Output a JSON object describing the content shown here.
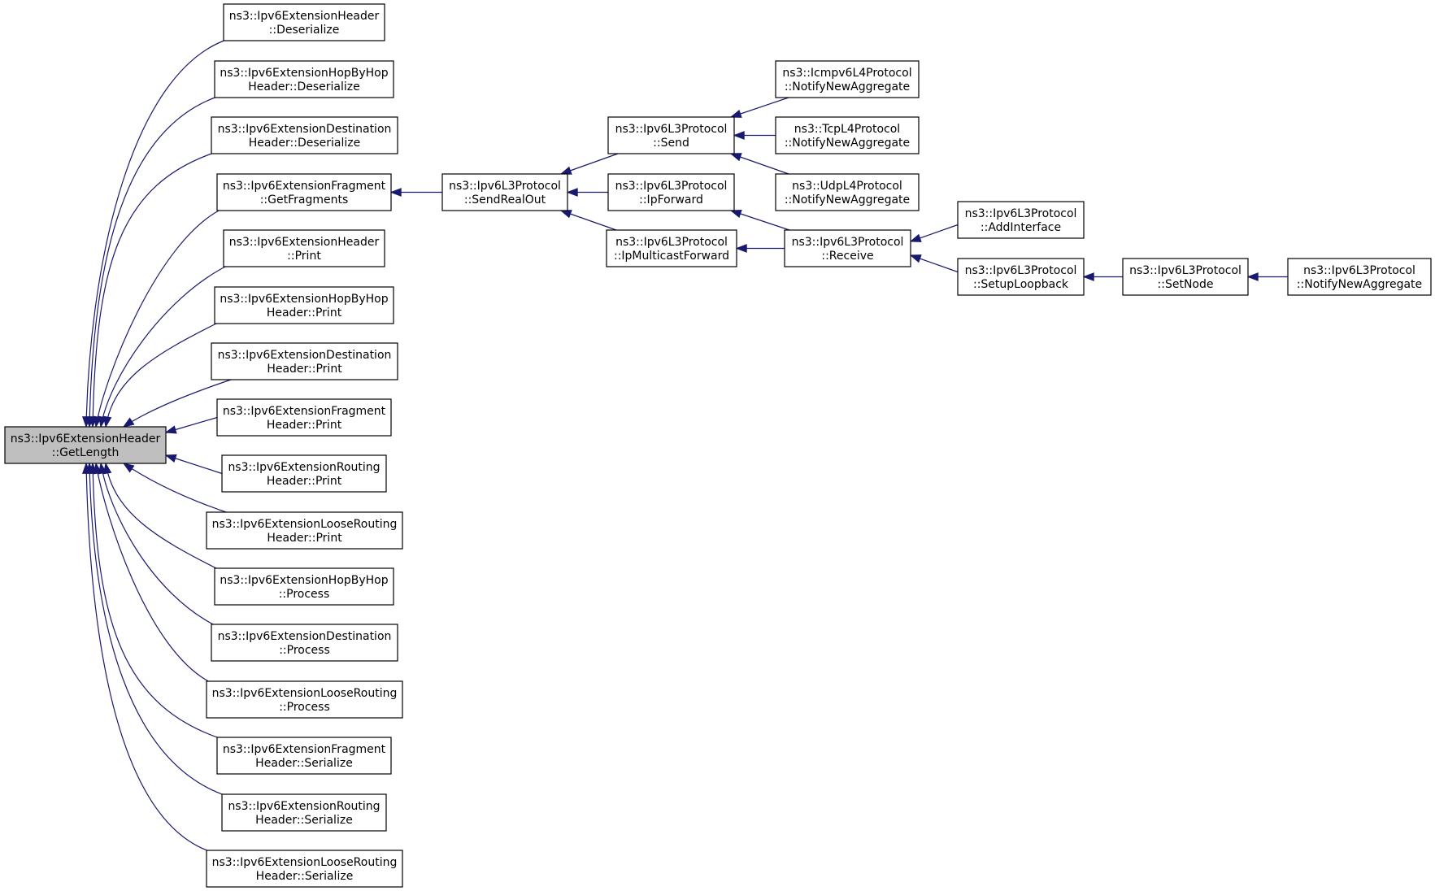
{
  "graph": {
    "nodes": [
      {
        "id": "root",
        "lines": [
          "ns3::Ipv6ExtensionHeader",
          "::GetLength"
        ],
        "highlight": true
      },
      {
        "id": "hdr_deser",
        "lines": [
          "ns3::Ipv6ExtensionHeader",
          "::Deserialize"
        ]
      },
      {
        "id": "hbh_deser",
        "lines": [
          "ns3::Ipv6ExtensionHopByHop",
          "Header::Deserialize"
        ]
      },
      {
        "id": "dst_deser",
        "lines": [
          "ns3::Ipv6ExtensionDestination",
          "Header::Deserialize"
        ]
      },
      {
        "id": "frag_get",
        "lines": [
          "ns3::Ipv6ExtensionFragment",
          "::GetFragments"
        ]
      },
      {
        "id": "hdr_print",
        "lines": [
          "ns3::Ipv6ExtensionHeader",
          "::Print"
        ]
      },
      {
        "id": "hbh_print",
        "lines": [
          "ns3::Ipv6ExtensionHopByHop",
          "Header::Print"
        ]
      },
      {
        "id": "dst_print",
        "lines": [
          "ns3::Ipv6ExtensionDestination",
          "Header::Print"
        ]
      },
      {
        "id": "frag_print",
        "lines": [
          "ns3::Ipv6ExtensionFragment",
          "Header::Print"
        ]
      },
      {
        "id": "rt_print",
        "lines": [
          "ns3::Ipv6ExtensionRouting",
          "Header::Print"
        ]
      },
      {
        "id": "lrt_print",
        "lines": [
          "ns3::Ipv6ExtensionLooseRouting",
          "Header::Print"
        ]
      },
      {
        "id": "hbh_proc",
        "lines": [
          "ns3::Ipv6ExtensionHopByHop",
          "::Process"
        ]
      },
      {
        "id": "dst_proc",
        "lines": [
          "ns3::Ipv6ExtensionDestination",
          "::Process"
        ]
      },
      {
        "id": "lrt_proc",
        "lines": [
          "ns3::Ipv6ExtensionLooseRouting",
          "::Process"
        ]
      },
      {
        "id": "frag_ser",
        "lines": [
          "ns3::Ipv6ExtensionFragment",
          "Header::Serialize"
        ]
      },
      {
        "id": "rt_ser",
        "lines": [
          "ns3::Ipv6ExtensionRouting",
          "Header::Serialize"
        ]
      },
      {
        "id": "lrt_ser",
        "lines": [
          "ns3::Ipv6ExtensionLooseRouting",
          "Header::Serialize"
        ]
      },
      {
        "id": "l3_sro",
        "lines": [
          "ns3::Ipv6L3Protocol",
          "::SendRealOut"
        ]
      },
      {
        "id": "l3_send",
        "lines": [
          "ns3::Ipv6L3Protocol",
          "::Send"
        ]
      },
      {
        "id": "l3_ipfwd",
        "lines": [
          "ns3::Ipv6L3Protocol",
          "::IpForward"
        ]
      },
      {
        "id": "l3_mcfwd",
        "lines": [
          "ns3::Ipv6L3Protocol",
          "::IpMulticastForward"
        ]
      },
      {
        "id": "icmp_nna",
        "lines": [
          "ns3::Icmpv6L4Protocol",
          "::NotifyNewAggregate"
        ]
      },
      {
        "id": "tcp_nna",
        "lines": [
          "ns3::TcpL4Protocol",
          "::NotifyNewAggregate"
        ]
      },
      {
        "id": "udp_nna",
        "lines": [
          "ns3::UdpL4Protocol",
          "::NotifyNewAggregate"
        ]
      },
      {
        "id": "l3_recv",
        "lines": [
          "ns3::Ipv6L3Protocol",
          "::Receive"
        ]
      },
      {
        "id": "l3_addif",
        "lines": [
          "ns3::Ipv6L3Protocol",
          "::AddInterface"
        ]
      },
      {
        "id": "l3_setlo",
        "lines": [
          "ns3::Ipv6L3Protocol",
          "::SetupLoopback"
        ]
      },
      {
        "id": "l3_setnode",
        "lines": [
          "ns3::Ipv6L3Protocol",
          "::SetNode"
        ]
      },
      {
        "id": "l3_nna",
        "lines": [
          "ns3::Ipv6L3Protocol",
          "::NotifyNewAggregate"
        ]
      }
    ],
    "edges": [
      {
        "from": "hdr_deser",
        "to": "root"
      },
      {
        "from": "hbh_deser",
        "to": "root"
      },
      {
        "from": "dst_deser",
        "to": "root"
      },
      {
        "from": "frag_get",
        "to": "root"
      },
      {
        "from": "hdr_print",
        "to": "root"
      },
      {
        "from": "hbh_print",
        "to": "root"
      },
      {
        "from": "dst_print",
        "to": "root"
      },
      {
        "from": "frag_print",
        "to": "root"
      },
      {
        "from": "rt_print",
        "to": "root"
      },
      {
        "from": "lrt_print",
        "to": "root"
      },
      {
        "from": "hbh_proc",
        "to": "root"
      },
      {
        "from": "dst_proc",
        "to": "root"
      },
      {
        "from": "lrt_proc",
        "to": "root"
      },
      {
        "from": "frag_ser",
        "to": "root"
      },
      {
        "from": "rt_ser",
        "to": "root"
      },
      {
        "from": "lrt_ser",
        "to": "root"
      },
      {
        "from": "l3_sro",
        "to": "frag_get"
      },
      {
        "from": "l3_send",
        "to": "l3_sro"
      },
      {
        "from": "l3_ipfwd",
        "to": "l3_sro"
      },
      {
        "from": "l3_mcfwd",
        "to": "l3_sro"
      },
      {
        "from": "icmp_nna",
        "to": "l3_send"
      },
      {
        "from": "tcp_nna",
        "to": "l3_send"
      },
      {
        "from": "udp_nna",
        "to": "l3_send"
      },
      {
        "from": "l3_recv",
        "to": "l3_ipfwd"
      },
      {
        "from": "l3_recv",
        "to": "l3_mcfwd"
      },
      {
        "from": "l3_addif",
        "to": "l3_recv"
      },
      {
        "from": "l3_setlo",
        "to": "l3_recv"
      },
      {
        "from": "l3_setnode",
        "to": "l3_setlo"
      },
      {
        "from": "l3_nna",
        "to": "l3_setnode"
      }
    ],
    "colors": {
      "edge": "#191970",
      "node_border": "#000000",
      "node_fill": "#ffffff",
      "highlight_fill": "#bfbfbf",
      "text": "#000000"
    }
  }
}
